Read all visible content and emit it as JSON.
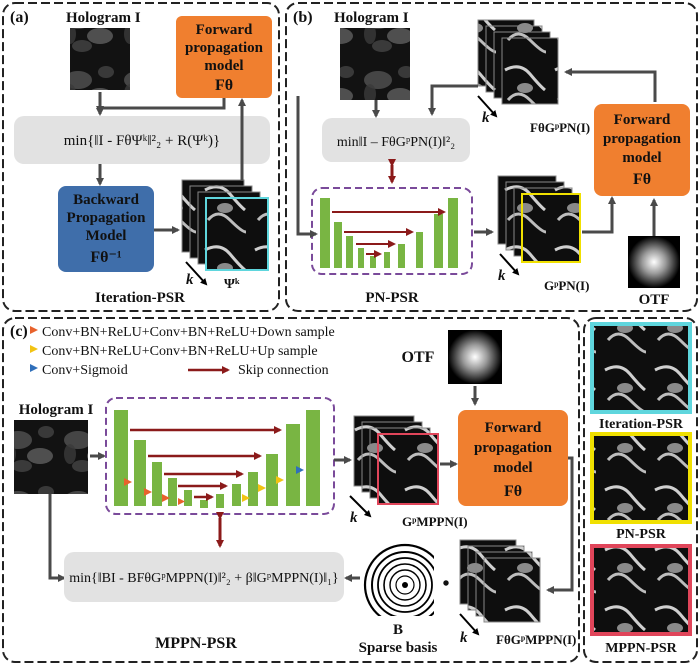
{
  "panel_a": {
    "tag": "(a)",
    "hologram_label": "Hologram I",
    "forward_box": [
      "Forward",
      "propagation",
      "model",
      "Fθ"
    ],
    "objective": "min{‖I - FθΨᵏ‖²₂ + R(Ψᵏ)}",
    "backward_box": [
      "Backward",
      "Propagation",
      "Model",
      "Fθ⁻¹"
    ],
    "k_label": "k",
    "psi_label": "Ψᵏ",
    "caption": "Iteration-PSR"
  },
  "panel_b": {
    "tag": "(b)",
    "hologram_label": "Hologram I",
    "objective": "min‖I – FθGᵖPN(I)‖²₂",
    "stack_top_label": "FθGᵖPN(I)",
    "forward_box": [
      "Forward",
      "propagation",
      "model",
      "Fθ"
    ],
    "k_label": "k",
    "output_label": "GᵖPN(I)",
    "network_label": "PN-PSR",
    "otf_label": "OTF"
  },
  "panel_c": {
    "tag": "(c)",
    "legend": [
      {
        "label": "Conv+BN+ReLU+Conv+BN+ReLU+Down sample",
        "color": "#e8622c"
      },
      {
        "label": "Conv+BN+ReLU+Conv+BN+ReLU+Up sample",
        "color": "#f2c313"
      },
      {
        "label": "Conv+Sigmoid",
        "color": "#2f6fba"
      },
      {
        "label": "Skip connection",
        "color": "#8b1a1a"
      }
    ],
    "otf_label": "OTF",
    "hologram_label": "Hologram I",
    "forward_box": [
      "Forward",
      "propagation",
      "model",
      "Fθ"
    ],
    "k_label": "k",
    "output_label": "GᵖMPPN(I)",
    "objective": "min{‖BI - BFθGᵖMPPN(I)‖²₂ + β‖GᵖMPPN(I)‖₁}",
    "dot": "•",
    "sparse_letter": "B",
    "sparse_label": "Sparse basis",
    "stack_bottom_label": "FθGᵖMPPN(I)",
    "caption": "MPPN-PSR"
  },
  "panel_d": {
    "items": [
      {
        "label": "Iteration-PSR",
        "color": "#5fd6dd"
      },
      {
        "label": "PN-PSR",
        "color": "#f0e000"
      },
      {
        "label": "MPPN-PSR",
        "color": "#e0455a"
      }
    ]
  },
  "colors": {
    "forward_orange": "#f07f2f",
    "backward_blue": "#3f6eaa",
    "net_green": "#79b543",
    "skip_red": "#8b1a1a",
    "dashed_purple": "#7a4a9a",
    "box_gray": "#e2e2e2"
  }
}
